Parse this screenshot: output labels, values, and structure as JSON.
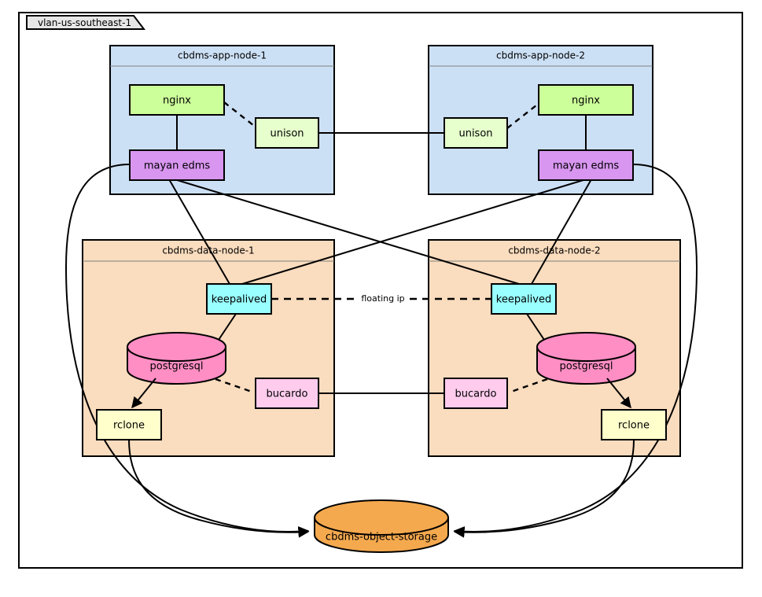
{
  "vlan": {
    "label": "vlan-us-southeast-1"
  },
  "colors": {
    "app_node_fill": "#cce0f5",
    "data_node_fill": "#fadcbe",
    "nginx_fill": "#ccff99",
    "unison_fill": "#e6ffcc",
    "mayan_fill": "#d896f0",
    "keepalived_fill": "#99ffff",
    "postgresql_fill": "#ff8ec4",
    "bucardo_fill": "#ffccee",
    "rclone_fill": "#ffffcc",
    "object_storage_fill": "#f5a94e",
    "stroke": "#000000",
    "divider": "#7f7f7f",
    "vlan_tab_fill": "#e6e6e6"
  },
  "groups": [
    {
      "id": "app1",
      "title": "cbdms-app-node-1"
    },
    {
      "id": "app2",
      "title": "cbdms-app-node-2"
    },
    {
      "id": "data1",
      "title": "cbdms-data-node-1"
    },
    {
      "id": "data2",
      "title": "cbdms-data-node-2"
    }
  ],
  "nodes": {
    "app1_nginx": {
      "label": "nginx"
    },
    "app1_unison": {
      "label": "unison"
    },
    "app1_mayan": {
      "label": "mayan edms"
    },
    "app2_nginx": {
      "label": "nginx"
    },
    "app2_unison": {
      "label": "unison"
    },
    "app2_mayan": {
      "label": "mayan edms"
    },
    "data1_keepalived": {
      "label": "keepalived"
    },
    "data1_postgresql": {
      "label": "postgresql"
    },
    "data1_bucardo": {
      "label": "bucardo"
    },
    "data1_rclone": {
      "label": "rclone"
    },
    "data2_keepalived": {
      "label": "keepalived"
    },
    "data2_postgresql": {
      "label": "postgresql"
    },
    "data2_bucardo": {
      "label": "bucardo"
    },
    "data2_rclone": {
      "label": "rclone"
    },
    "object_storage": {
      "label": "cbdms-object-storage"
    }
  },
  "edges": {
    "floating_ip": {
      "label": "floating ip"
    }
  }
}
